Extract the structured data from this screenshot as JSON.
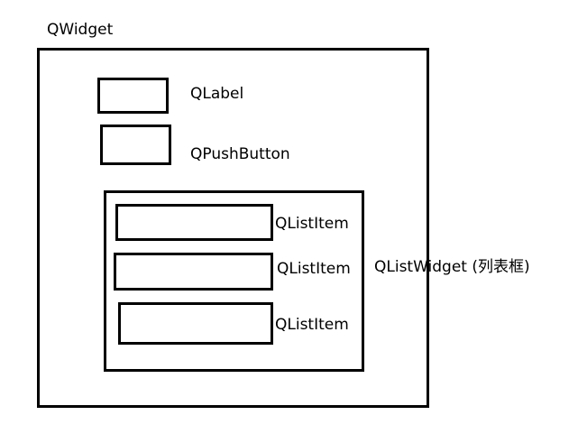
{
  "diagram": {
    "qwidget": {
      "label": "QWidget"
    },
    "qlabel": {
      "label": "QLabel"
    },
    "qpushbutton": {
      "label": "QPushButton"
    },
    "qlistwidget": {
      "label": "QListWidget (列表框)",
      "items": [
        {
          "label": "QListItem"
        },
        {
          "label": "QListItem"
        },
        {
          "label": "QListItem"
        }
      ]
    }
  },
  "colors": {
    "stroke": "#000000",
    "background": "#ffffff",
    "text": "#000000"
  }
}
